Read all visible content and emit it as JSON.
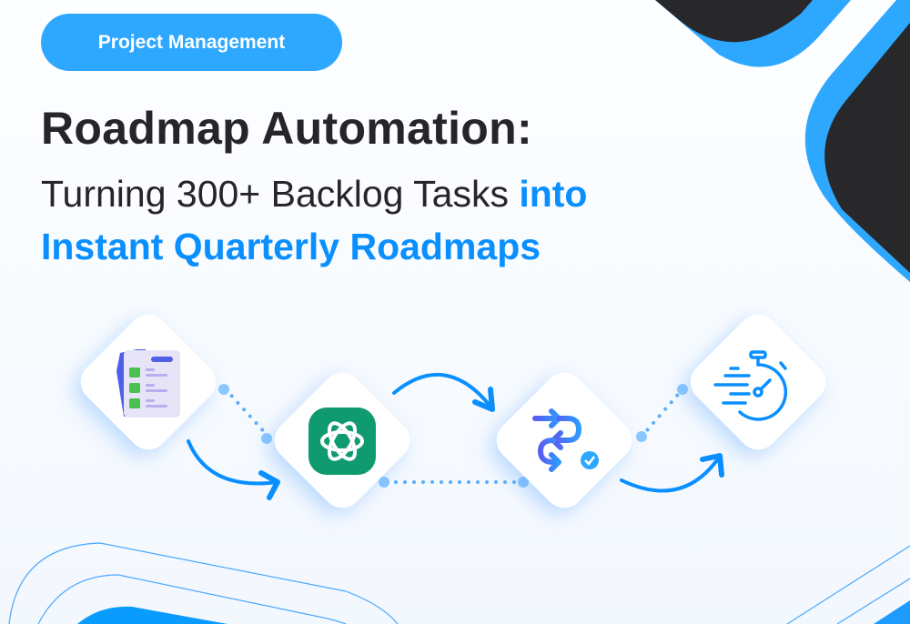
{
  "badge": {
    "label": "Project Management"
  },
  "headline": {
    "line1": "Roadmap Automation:",
    "line2_prefix": "Turning 300+ Backlog Tasks ",
    "line2_highlight": "into",
    "line3": "Instant Quarterly Roadmaps"
  },
  "flow": [
    {
      "icon": "checklist-icon"
    },
    {
      "icon": "chatgpt-logo-icon"
    },
    {
      "icon": "workflow-route-icon"
    },
    {
      "icon": "stopwatch-icon"
    }
  ],
  "colors": {
    "accent": "#0a8fff",
    "badge": "#2ea7ff",
    "dark": "#262629",
    "chatgpt": "#109a6f"
  }
}
